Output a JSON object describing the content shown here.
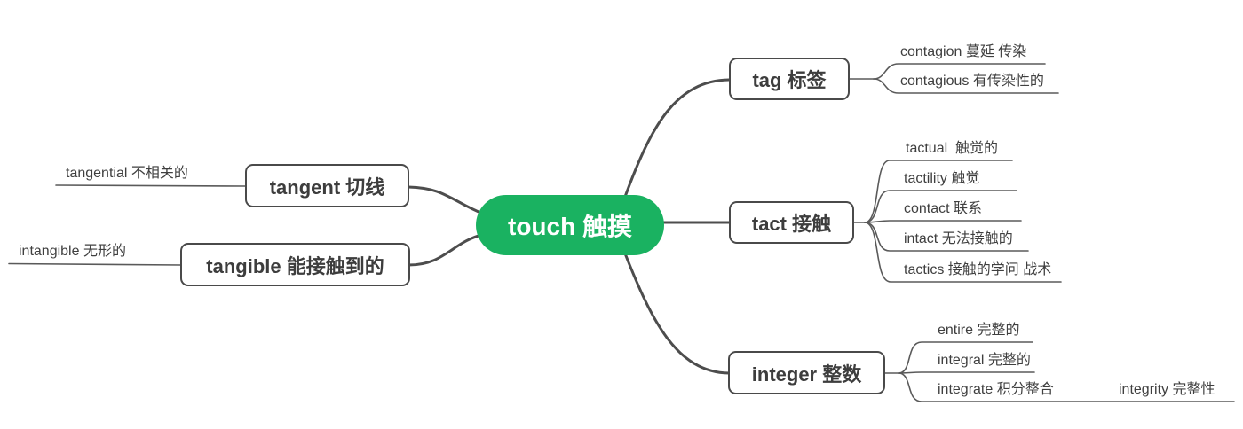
{
  "root": {
    "label": "touch 触摸"
  },
  "colors": {
    "root_bg": "#1ab261",
    "root_text": "#ffffff",
    "main_line": "#4d4d4d",
    "child_line": "#5a5a5a",
    "topic_border": "#4a4a4a",
    "topic_text": "#3d3d3d",
    "leaf_text": "#3f3f3f",
    "canvas_bg": "#ffffff"
  },
  "left_branches": [
    {
      "label": "tangent 切线",
      "children": [
        {
          "label": "tangential 不相关的"
        }
      ]
    },
    {
      "label": "tangible 能接触到的",
      "children": [
        {
          "label": "intangible 无形的"
        }
      ]
    }
  ],
  "right_branches": [
    {
      "label": "tag 标签",
      "children": [
        {
          "label": "contagion 蔓延 传染"
        },
        {
          "label": "contagious 有传染性的"
        }
      ]
    },
    {
      "label": "tact 接触",
      "children": [
        {
          "label": "tactual  触觉的"
        },
        {
          "label": "tactility 触觉"
        },
        {
          "label": "contact 联系"
        },
        {
          "label": "intact 无法接触的"
        },
        {
          "label": "tactics 接触的学问 战术"
        }
      ]
    },
    {
      "label": "integer 整数",
      "children": [
        {
          "label": "entire 完整的"
        },
        {
          "label": "integral 完整的"
        },
        {
          "label": "integrate 积分整合",
          "children": [
            {
              "label": "integrity 完整性"
            }
          ]
        }
      ]
    }
  ]
}
